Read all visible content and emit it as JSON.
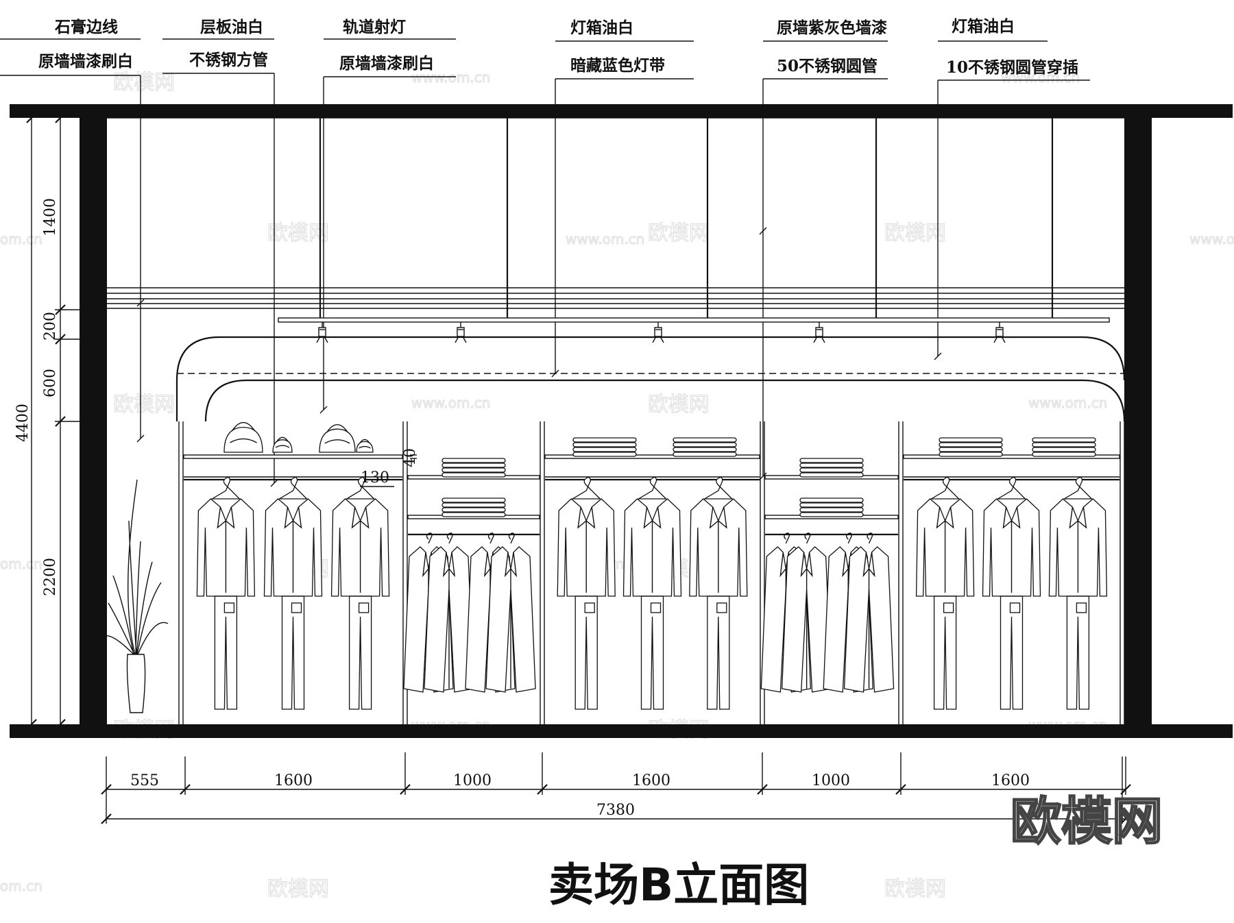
{
  "drawing": {
    "title": "卖场B立面图",
    "logo": "欧模网"
  },
  "watermarks": {
    "brand": "欧模网",
    "url": "www.om.cn",
    "url_short": "om.cn"
  },
  "annotations": [
    {
      "top": "石膏边线",
      "bottom": "原墙墙漆刷白"
    },
    {
      "top": "层板油白",
      "bottom": "不锈钢方管"
    },
    {
      "top": "轨道射灯",
      "bottom": "原墙墙漆刷白"
    },
    {
      "top": "灯箱油白",
      "bottom": "暗藏蓝色灯带"
    },
    {
      "top": "原墙紫灰色墙漆",
      "bottom": "50不锈钢圆管"
    },
    {
      "top": "灯箱油白",
      "bottom": "10不锈钢圆管穿插"
    }
  ],
  "dimensions": {
    "horizontal": [
      "555",
      "1600",
      "1000",
      "1600",
      "1000",
      "1600"
    ],
    "total": "7380",
    "vertical": [
      "1400",
      "200",
      "600",
      "2200"
    ],
    "height_total": "4400",
    "shelf_gap": "40",
    "shelf_depth": "130"
  }
}
